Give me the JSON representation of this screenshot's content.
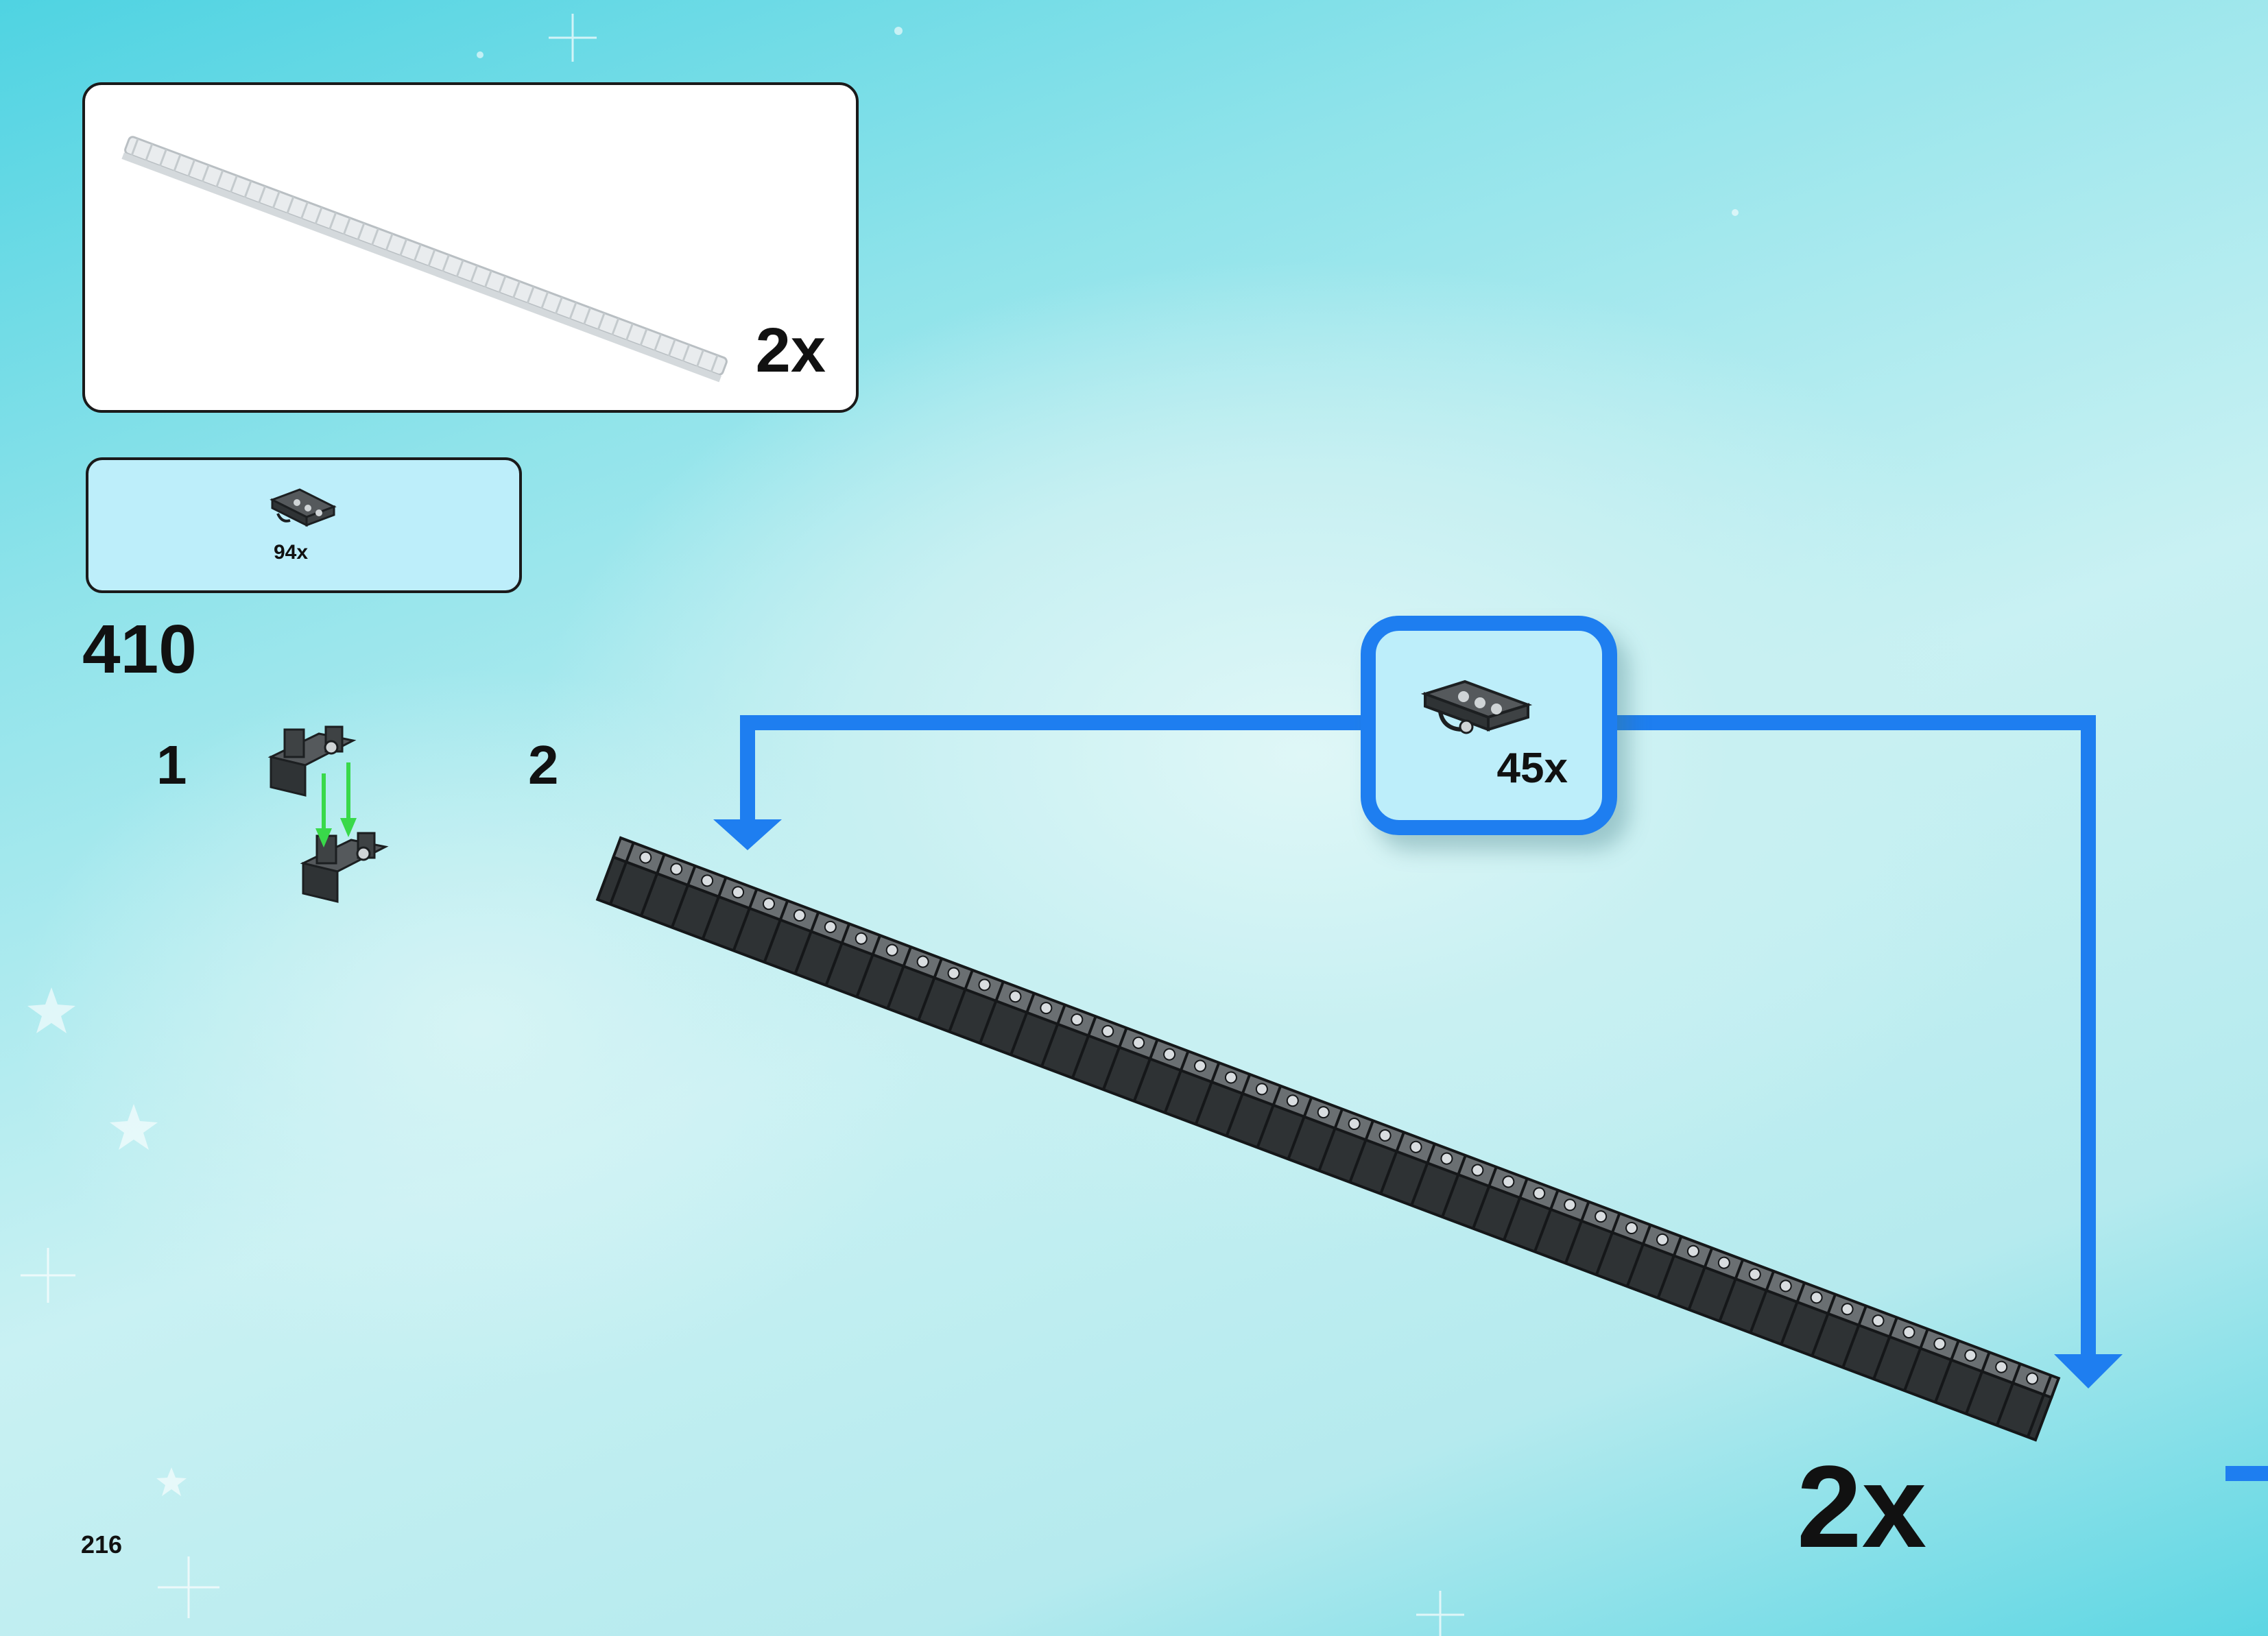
{
  "result_box": {
    "multiplier": "2x"
  },
  "parts_list": {
    "count": "94x"
  },
  "step": {
    "number": "410",
    "substep_1": "1",
    "substep_2": "2"
  },
  "callout": {
    "count": "45x"
  },
  "assembly": {
    "multiplier": "2x"
  },
  "page": {
    "number": "216"
  },
  "colors": {
    "accent_blue": "#1e7ef0",
    "arrow_green": "#39d94a",
    "part_dark": "#3a3f42",
    "part_light": "#e6e8ea"
  }
}
